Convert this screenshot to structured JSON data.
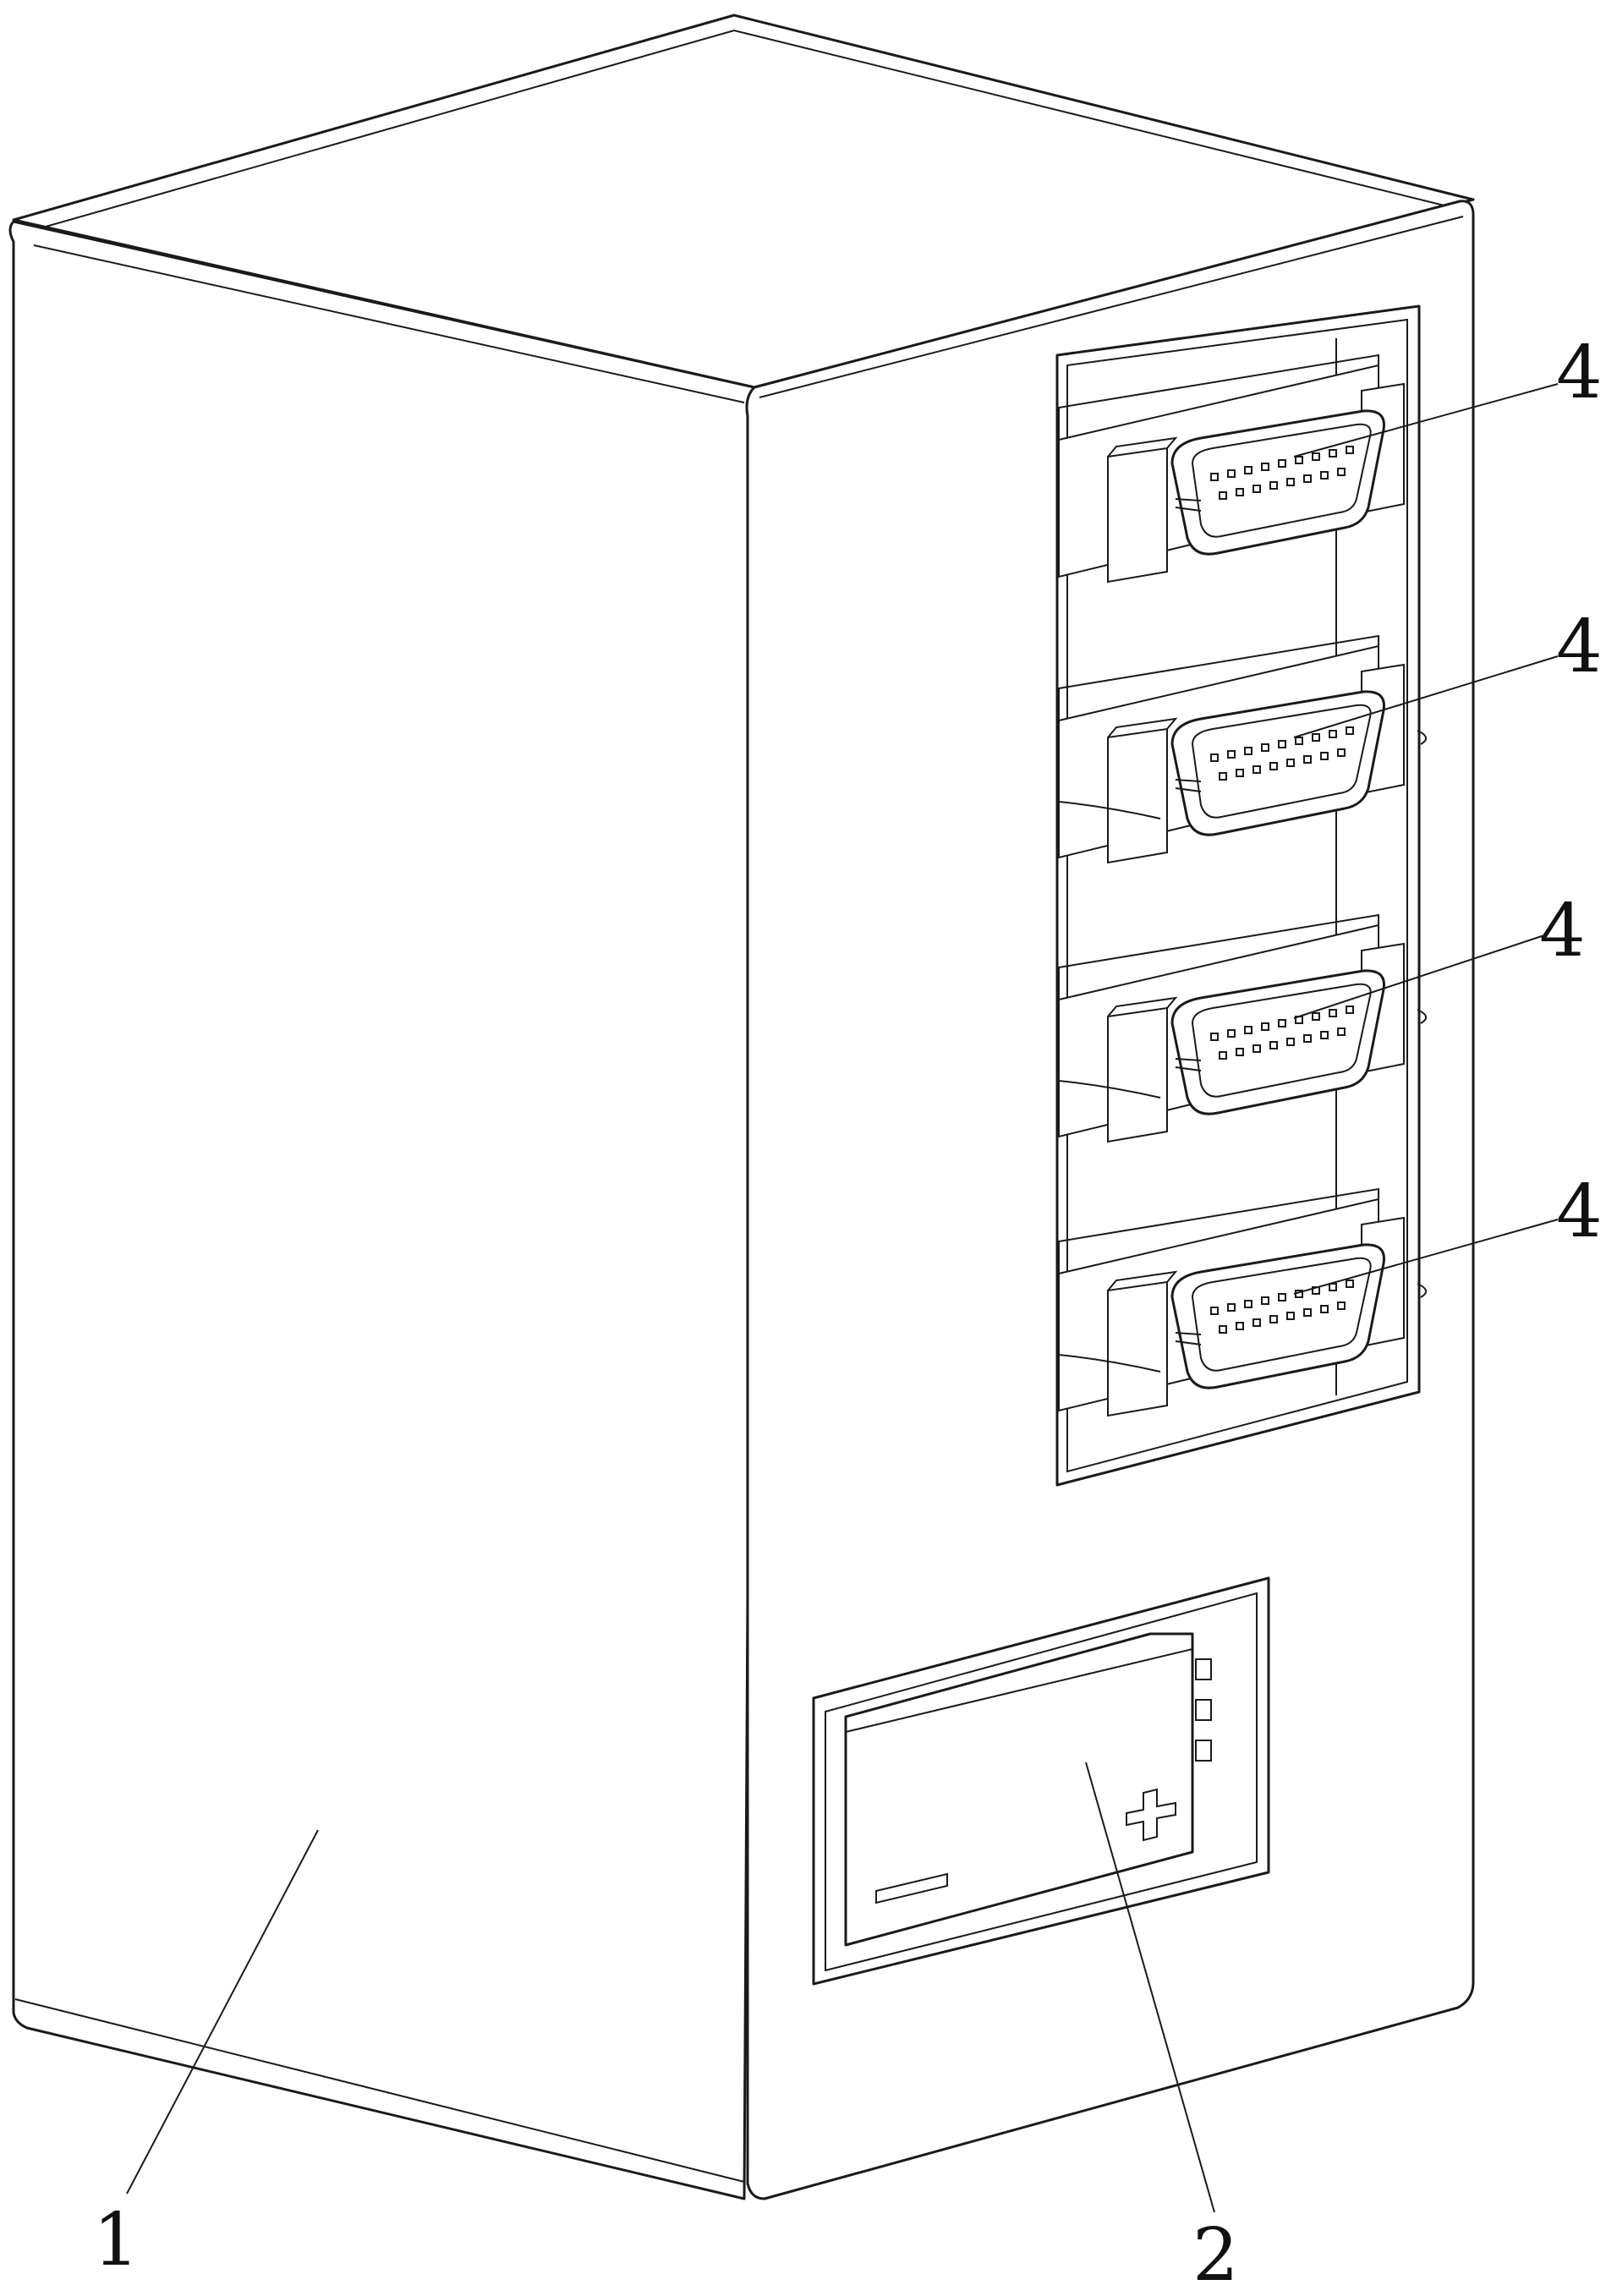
{
  "figure": {
    "labels": {
      "housing": "1",
      "battery": "2",
      "connector_1": "4",
      "connector_2": "4",
      "connector_3": "4",
      "connector_4": "4"
    },
    "battery_symbols": {
      "minus": "−",
      "plus": "+"
    }
  },
  "colors": {
    "line": "#1a1a1a",
    "background": "#ffffff"
  }
}
